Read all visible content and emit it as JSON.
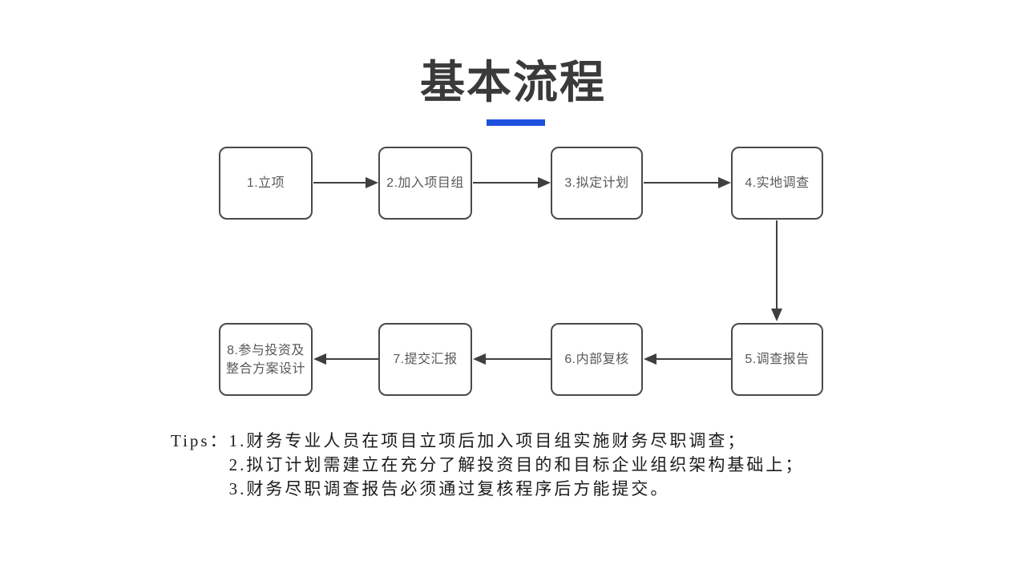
{
  "slide": {
    "title": "基本流程"
  },
  "colors": {
    "background": "#ffffff",
    "accent": "#1e50e0",
    "title_text": "#3a3a3a",
    "node_border": "#4a4a4a",
    "node_text": "#595959",
    "arrow": "#3f3f3f",
    "tips_text": "#1c1c1c"
  },
  "flow": {
    "nodes": [
      {
        "step": "1",
        "label": "1.立项"
      },
      {
        "step": "2",
        "label": "2.加入项目组"
      },
      {
        "step": "3",
        "label": "3.拟定计划"
      },
      {
        "step": "4",
        "label": "4.实地调查"
      },
      {
        "step": "5",
        "label": "5.调查报告"
      },
      {
        "step": "6",
        "label": "6.内部复核"
      },
      {
        "step": "7",
        "label": "7.提交汇报"
      },
      {
        "step": "8",
        "label": "8.参与投资及\n整合方案设计"
      }
    ],
    "arrows": [
      {
        "from": "1",
        "to": "2",
        "direction": "right"
      },
      {
        "from": "2",
        "to": "3",
        "direction": "right"
      },
      {
        "from": "3",
        "to": "4",
        "direction": "right"
      },
      {
        "from": "4",
        "to": "5",
        "direction": "down"
      },
      {
        "from": "5",
        "to": "6",
        "direction": "left"
      },
      {
        "from": "6",
        "to": "7",
        "direction": "left"
      },
      {
        "from": "7",
        "to": "8",
        "direction": "left"
      }
    ]
  },
  "tips": {
    "label": "Tips：",
    "items": [
      "1.财务专业人员在项目立项后加入项目组实施财务尽职调查；",
      "2.拟订计划需建立在充分了解投资目的和目标企业组织架构基础上；",
      "3.财务尽职调查报告必须通过复核程序后方能提交。"
    ]
  }
}
